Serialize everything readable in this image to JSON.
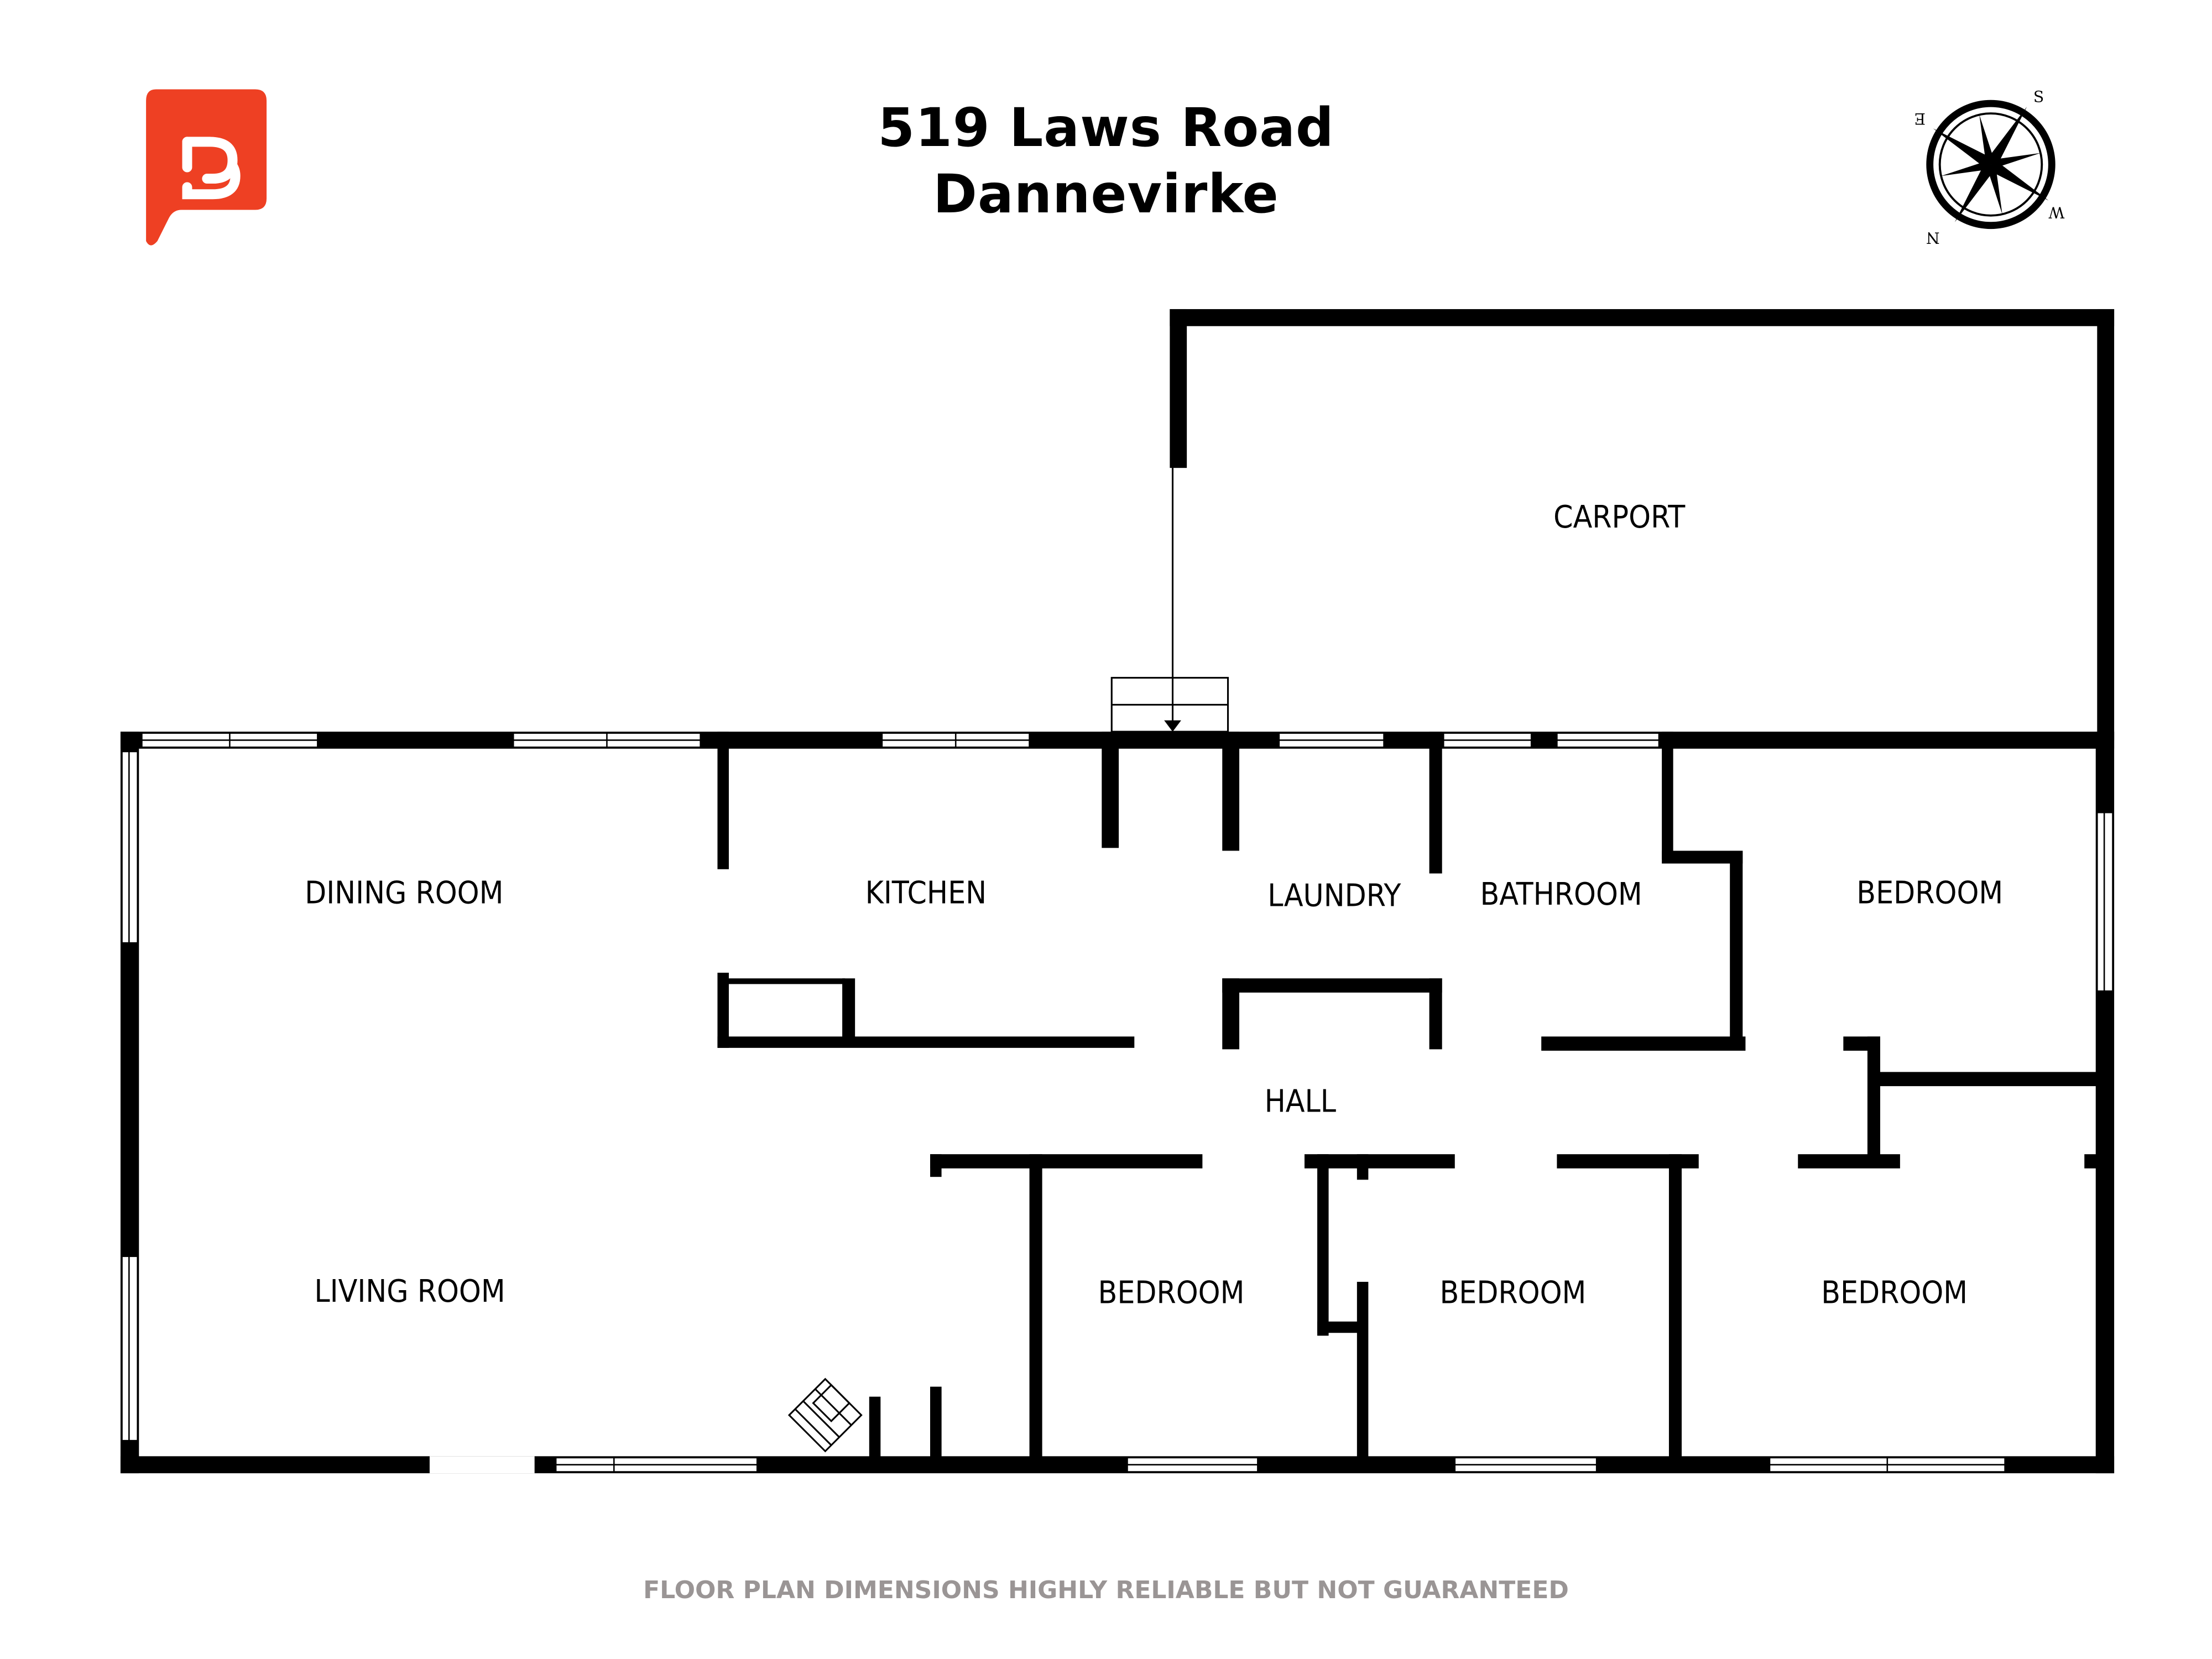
{
  "header": {
    "address_line1": "519 Laws Road",
    "address_line2": "Dannevirke"
  },
  "brand": {
    "logo_icon": "speech-bubble-b-logo",
    "logo_color": "#ee4023",
    "logo_letter": "B"
  },
  "compass": {
    "icon": "compass-rose-icon",
    "labels": {
      "north": "N",
      "south": "S",
      "east": "E",
      "west": "W"
    }
  },
  "rooms": {
    "carport": "CARPORT",
    "dining_room": "DINING ROOM",
    "kitchen": "KITCHEN",
    "laundry": "LAUNDRY",
    "bathroom": "BATHROOM",
    "bedroom_ne": "BEDROOM",
    "hall": "HALL",
    "living_room": "LIVING ROOM",
    "bedroom_1": "BEDROOM",
    "bedroom_2": "BEDROOM",
    "bedroom_3": "BEDROOM"
  },
  "fixtures": {
    "fireplace_icon": "fireplace-icon",
    "entry_steps_icon": "entry-steps-icon"
  },
  "footer": {
    "disclaimer": "FLOOR PLAN DIMENSIONS HIGHLY RELIABLE BUT NOT GUARANTEED"
  },
  "colors": {
    "wall": "#000000",
    "background": "#ffffff",
    "disclaimer_text": "#9a9595"
  }
}
